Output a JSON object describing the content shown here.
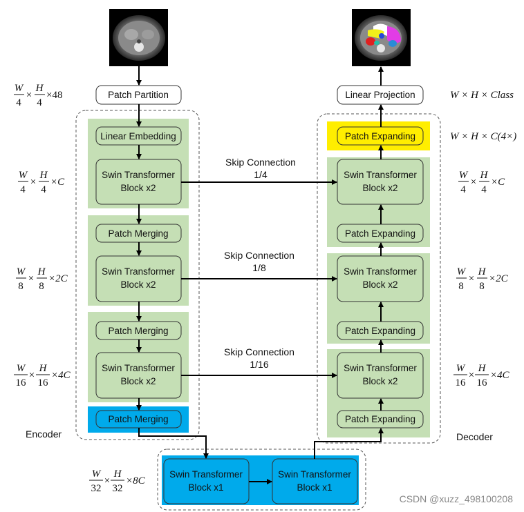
{
  "colors": {
    "encoder_stage": "#c5dfb5",
    "bottleneck": "#00aaeb",
    "highlight": "#ffee00",
    "box_fill": "#c5dfb5",
    "box_stroke": "#333333"
  },
  "images": {
    "input_scan": "ct-scan-image",
    "output_segmentation": "segmentation-image"
  },
  "encoder": {
    "label": "Encoder",
    "patch_partition": "Patch Partition",
    "linear_embedding": "Linear Embedding",
    "patch_merging": "Patch Merging",
    "swin_block_x2_line1": "Swin Transformer",
    "swin_block_x2_line2": "Block x2"
  },
  "bottleneck": {
    "line1": "Swin Transformer",
    "line2": "Block x1"
  },
  "decoder": {
    "label": "Decoder",
    "linear_projection": "Linear Projection",
    "patch_expanding": "Patch Expanding",
    "swin_block_x2_line1": "Swin Transformer",
    "swin_block_x2_line2": "Block x2"
  },
  "skip_connections": {
    "title": "Skip Connection",
    "s1": "1/4",
    "s2": "1/8",
    "s3": "1/16"
  },
  "dims_left": {
    "d0": {
      "num_w": "W",
      "den_w": "4",
      "num_h": "H",
      "den_h": "4",
      "tail": "×48"
    },
    "d1": {
      "num_w": "W",
      "den_w": "4",
      "num_h": "H",
      "den_h": "4",
      "tail": "×C"
    },
    "d2": {
      "num_w": "W",
      "den_w": "8",
      "num_h": "H",
      "den_h": "8",
      "tail": "×2C"
    },
    "d3": {
      "num_w": "W",
      "den_w": "16",
      "num_h": "H",
      "den_h": "16",
      "tail": "×4C"
    },
    "d4": {
      "num_w": "W",
      "den_w": "32",
      "num_h": "H",
      "den_h": "32",
      "tail": "×8C"
    }
  },
  "dims_right": {
    "top1": "W × H × Class",
    "top2": "W × H × C(4×)",
    "d1": {
      "num_w": "W",
      "den_w": "4",
      "num_h": "H",
      "den_h": "4",
      "tail": "×C"
    },
    "d2": {
      "num_w": "W",
      "den_w": "8",
      "num_h": "H",
      "den_h": "8",
      "tail": "×2C"
    },
    "d3": {
      "num_w": "W",
      "den_w": "16",
      "num_h": "H",
      "den_h": "16",
      "tail": "×4C"
    }
  },
  "watermark": "CSDN @xuzz_498100208"
}
